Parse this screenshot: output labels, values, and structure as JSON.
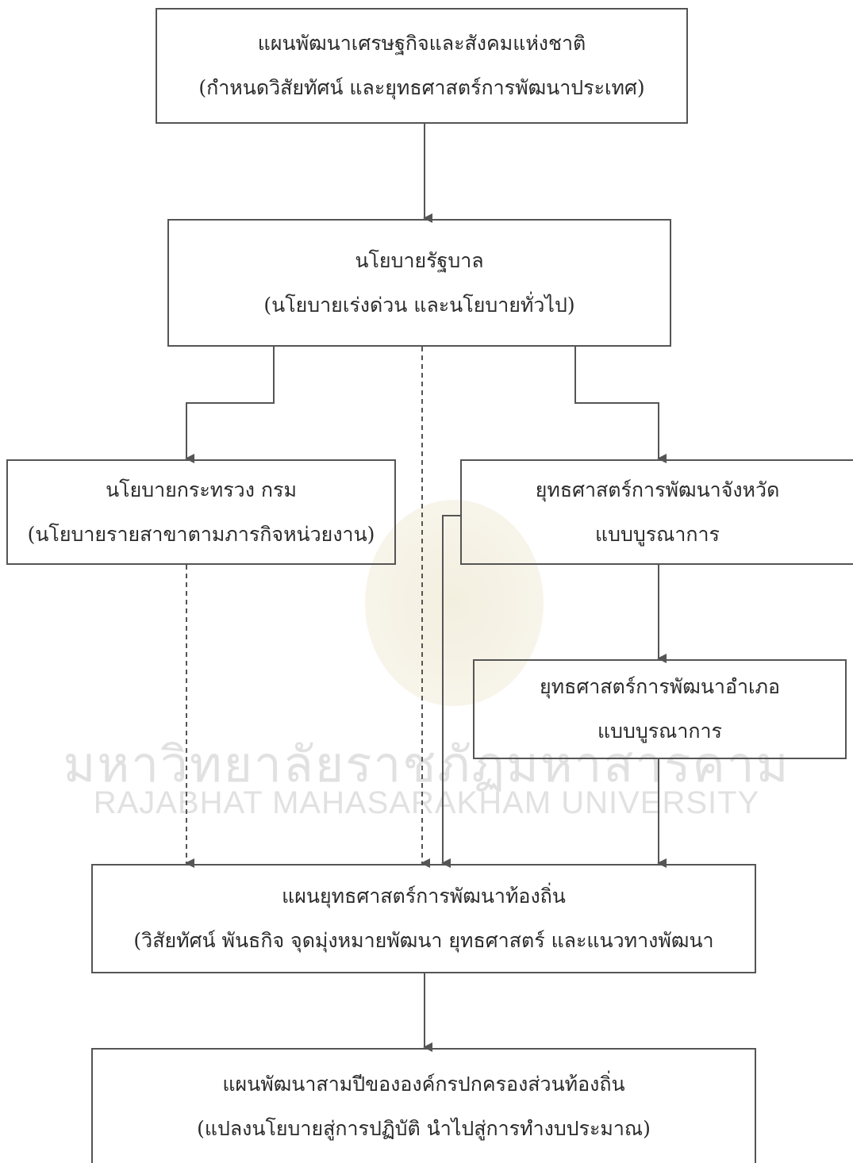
{
  "boxes": {
    "national_plan": {
      "line1": "แผนพัฒนาเศรษฐกิจและสังคมแห่งชาติ",
      "line2": "(กำหนดวิสัยทัศน์ และยุทธศาสตร์การพัฒนาประเทศ)"
    },
    "government_policy": {
      "line1": "นโยบายรัฐบาล",
      "line2": "(นโยบายเร่งด่วน และนโยบายทั่วไป)"
    },
    "ministry_policy": {
      "line1": "นโยบายกระทรวง กรม",
      "line2": "(นโยบายรายสาขาตามภารกิจหน่วยงาน)"
    },
    "province_strategy": {
      "line1": "ยุทธศาสตร์การพัฒนาจังหวัด",
      "line2": "แบบบูรณาการ"
    },
    "district_strategy": {
      "line1": "ยุทธศาสตร์การพัฒนาอำเภอ",
      "line2": "แบบบูรณาการ"
    },
    "local_strategy_plan": {
      "line1": "แผนยุทธศาสตร์การพัฒนาท้องถิ่น",
      "line2": "(วิสัยทัศน์ พันธกิจ จุดมุ่งหมายพัฒนา ยุทธศาสตร์ และแนวทางพัฒนา"
    },
    "three_year_plan": {
      "line1": "แผนพัฒนาสามปีขององค์กรปกครองส่วนท้องถิ่น",
      "line2": "(แปลงนโยบายสู่การปฏิบัติ นำไปสู่การทำงบประมาณ)"
    }
  },
  "watermark": {
    "thai": "มหาวิทยาลัยราชภัฏมหาสารคาม",
    "english": "RAJABHAT MAHASARAKHAM UNIVERSITY"
  },
  "colors": {
    "line": "#555555",
    "watermark": "#c9c9c9"
  }
}
